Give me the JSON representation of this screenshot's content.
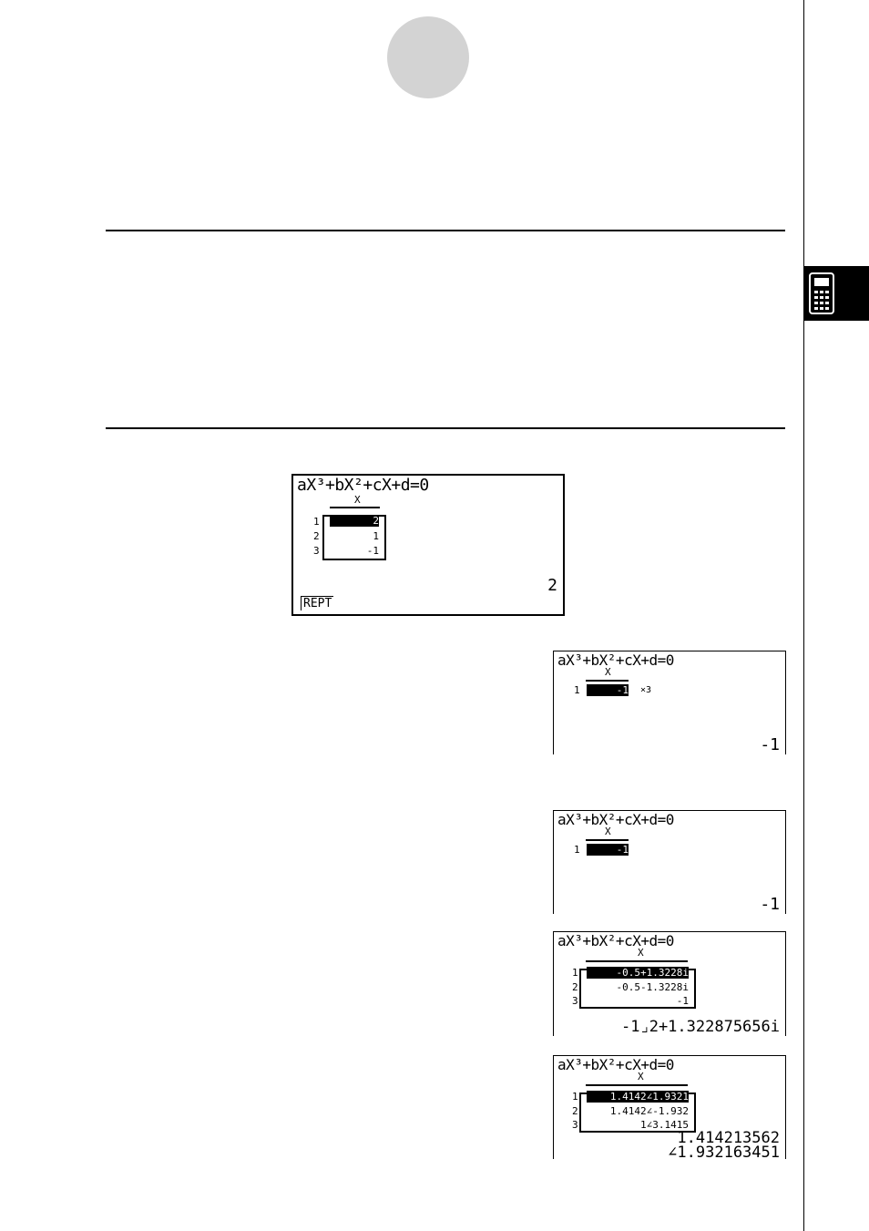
{
  "screens": [
    {
      "equation": "aX³+bX²+cX+d=0",
      "header": "X",
      "rows": [
        {
          "idx": "1",
          "val": "2"
        },
        {
          "idx": "2",
          "val": "1"
        },
        {
          "idx": "3",
          "val": "-1"
        }
      ],
      "result": "2",
      "fkey": "REPT"
    },
    {
      "equation": "aX³+bX²+cX+d=0",
      "header": "X",
      "rows": [
        {
          "idx": "1",
          "val": "-1"
        }
      ],
      "multiplicity": "×3",
      "result": "-1"
    },
    {
      "equation": "aX³+bX²+cX+d=0",
      "header": "X",
      "rows": [
        {
          "idx": "1",
          "val": "-1"
        }
      ],
      "result": "-1"
    },
    {
      "equation": "aX³+bX²+cX+d=0",
      "header": "X",
      "rows": [
        {
          "idx": "1",
          "val": "-0.5+1.3228i"
        },
        {
          "idx": "2",
          "val": "-0.5-1.3228i"
        },
        {
          "idx": "3",
          "val": "-1"
        }
      ],
      "result": "-1⌟2+1.322875656i"
    },
    {
      "equation": "aX³+bX²+cX+d=0",
      "header": "X",
      "rows": [
        {
          "idx": "1",
          "val": "1.4142∠1.9321"
        },
        {
          "idx": "2",
          "val": "1.4142∠-1.932"
        },
        {
          "idx": "3",
          "val": "1∠3.1415"
        }
      ],
      "result": "1.414213562",
      "result2": "∠1.932163451"
    }
  ],
  "side_tab_icon": "calculator-icon"
}
